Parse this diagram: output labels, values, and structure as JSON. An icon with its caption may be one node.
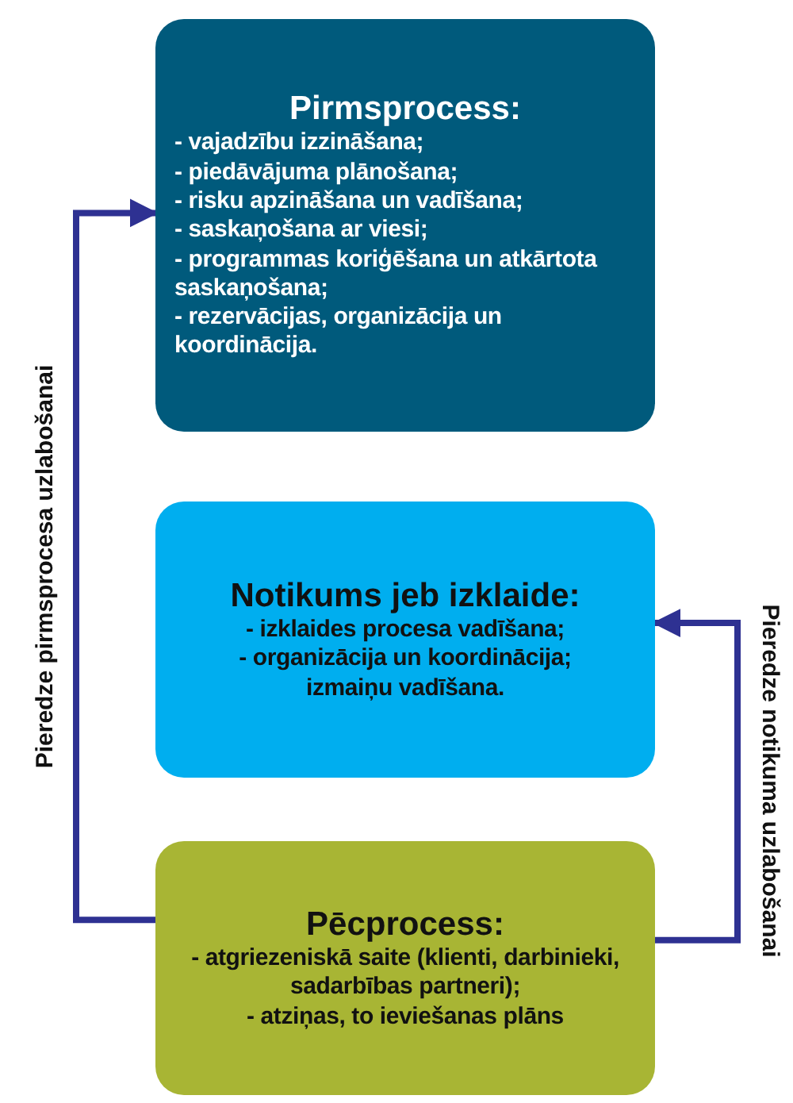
{
  "diagram": {
    "nodes": [
      {
        "text": [
          "Pirmsprocess:",
          "- vajadzību izzināšana;",
          "- piedāvājuma plānošana;",
          "- risku apzināšana un vadīšana;",
          "- saskaņošana ar viesi;",
          "- programmas koriģēšana un atkārtota saskaņošana;",
          "- rezervācijas, organizācija un koordinācija."
        ]
      },
      {
        "text": [
          "Notikums jeb izklaide:",
          "- izklaides procesa vadīšana;",
          "- organizācija un koordinācija;",
          "izmaiņu vadīšana."
        ]
      },
      {
        "text": [
          "Pēcprocess:",
          "- atgriezeniskā saite (klienti, darbinieki, sadarbības partneri);",
          "- atziņas, to ieviešanas plāns"
        ]
      }
    ],
    "edges": [
      {
        "from": 2,
        "to": 0,
        "arrow": "to",
        "label": "Pieredze pirmsprocesa uzlabošanai"
      },
      {
        "from": 2,
        "to": 1,
        "arrow": "to",
        "label": "Pieredze notikuma uzlabošanai"
      }
    ]
  }
}
